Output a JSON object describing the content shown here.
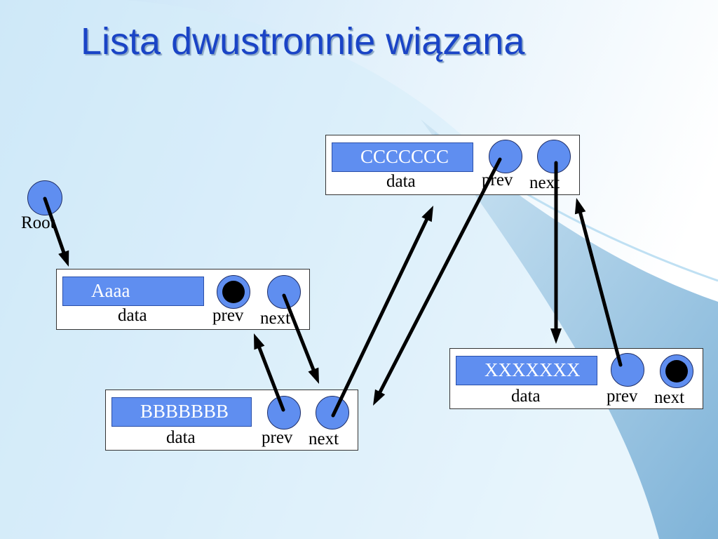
{
  "title": "Lista dwustronnie wiązana",
  "root": {
    "label": "Root"
  },
  "nodes": [
    {
      "id": "A",
      "data": "Aaaa",
      "data_label": "data",
      "prev_label": "prev",
      "next_label": "next",
      "prev_null": true,
      "next_null": false
    },
    {
      "id": "B",
      "data": "BBBBBBB",
      "data_label": "data",
      "prev_label": "prev",
      "next_label": "next",
      "prev_null": false,
      "next_null": false
    },
    {
      "id": "C",
      "data": "CCCCCCC",
      "data_label": "data",
      "prev_label": "prev",
      "next_label": "next",
      "prev_null": false,
      "next_null": false
    },
    {
      "id": "X",
      "data": "XXXXXXX",
      "data_label": "data",
      "prev_label": "prev",
      "next_label": "next",
      "prev_null": false,
      "next_null": true
    }
  ],
  "links": [
    {
      "from": "Root",
      "to": "A"
    },
    {
      "from": "A.next",
      "to": "B"
    },
    {
      "from": "B.prev",
      "to": "A"
    },
    {
      "from": "B.next",
      "to": "C"
    },
    {
      "from": "C.prev",
      "to": "B"
    },
    {
      "from": "C.next",
      "to": "X"
    },
    {
      "from": "X.prev",
      "to": "C"
    }
  ],
  "colors": {
    "title": "#1a44c6",
    "field_fill": "#5f8ef0",
    "arrow": "#000000",
    "background_wave": "#9fcbe6"
  }
}
